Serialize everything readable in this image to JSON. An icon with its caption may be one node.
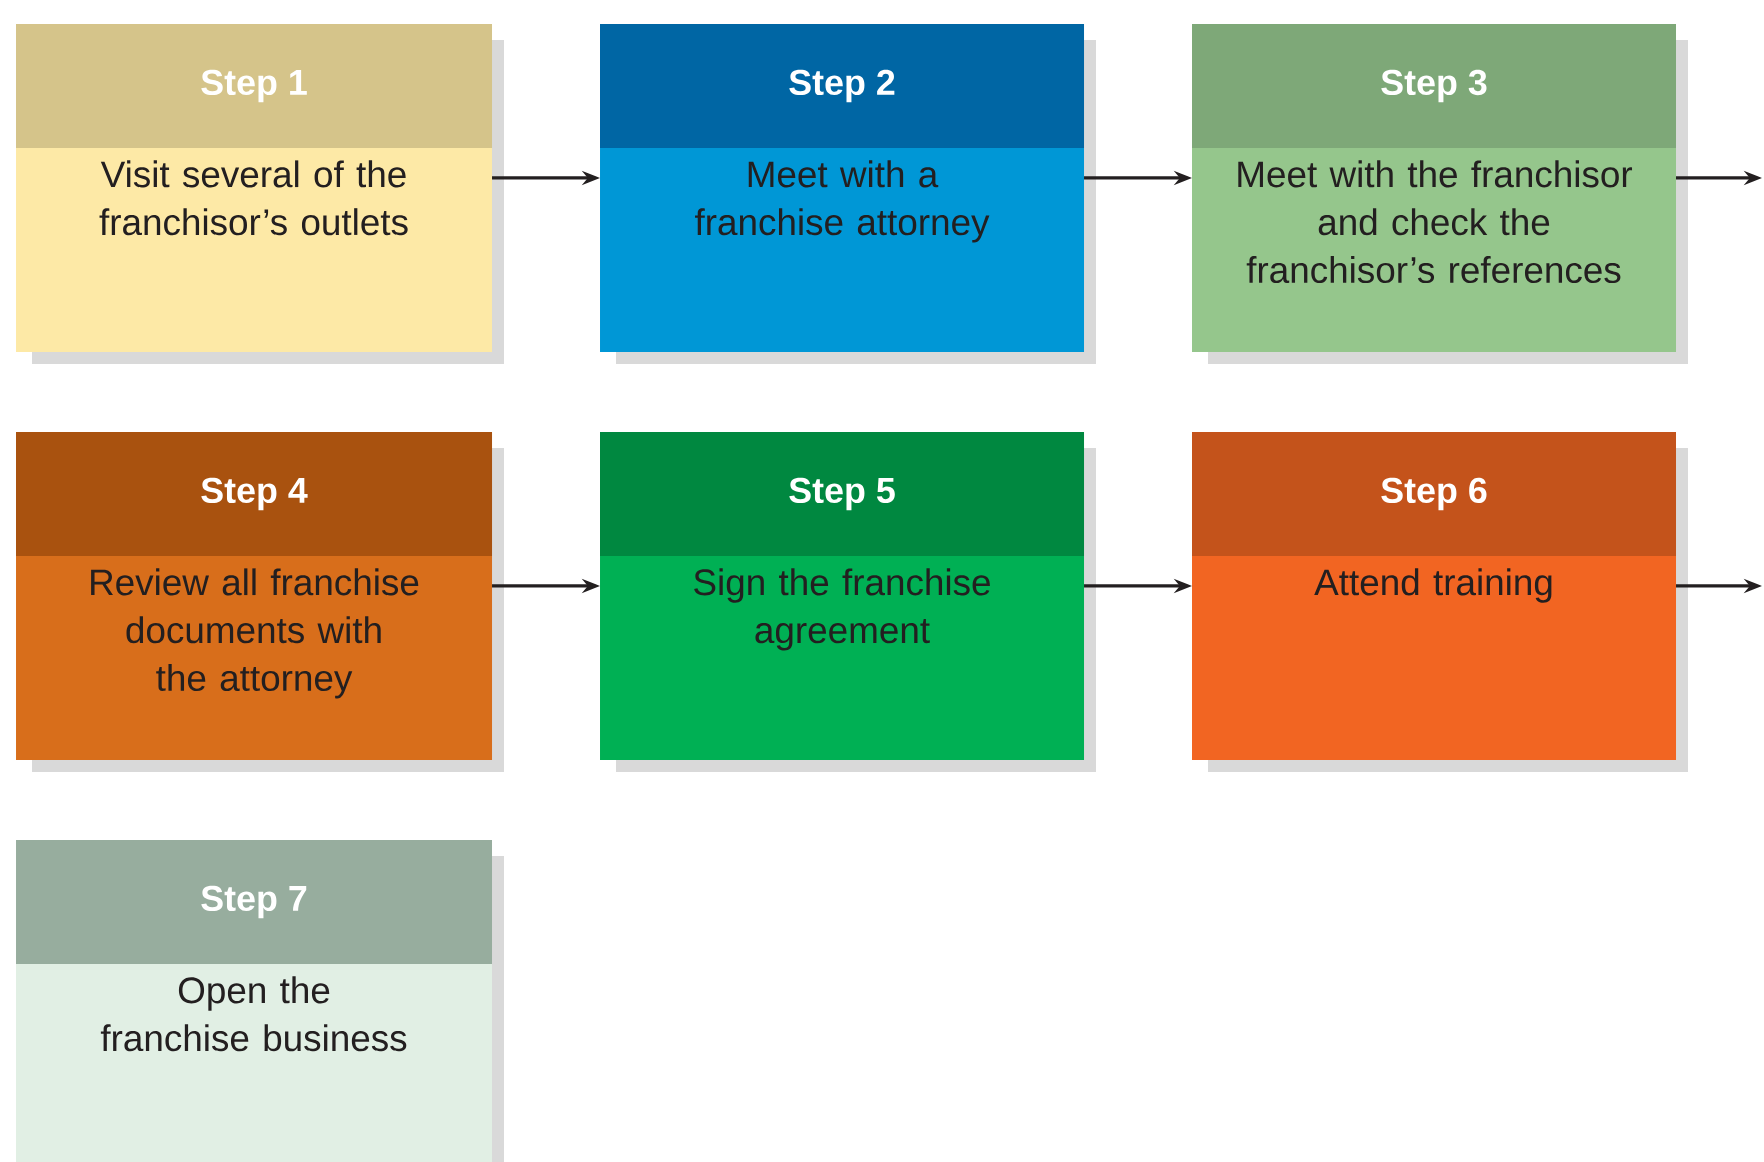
{
  "diagram": {
    "nodes": [
      {
        "text": [
          "Step 1",
          "Visit several of the franchisor’s outlets"
        ]
      },
      {
        "text": [
          "Step 2",
          "Meet with a franchise attorney"
        ]
      },
      {
        "text": [
          "Step 3",
          "Meet with the franchisor and check the franchisor’s references"
        ]
      },
      {
        "text": [
          "Step 4",
          "Review all franchise documents with the attorney"
        ]
      },
      {
        "text": [
          "Step 5",
          "Sign the franchise agreement"
        ]
      },
      {
        "text": [
          "Step 6",
          "Attend training"
        ]
      },
      {
        "text": [
          "Step 7",
          "Open the franchise business"
        ]
      }
    ],
    "edges": [
      {
        "from": 0,
        "to": 1,
        "arrow": "to"
      },
      {
        "from": 1,
        "to": 2,
        "arrow": "to"
      },
      {
        "from": 2,
        "to": null,
        "arrow": "to"
      },
      {
        "from": 3,
        "to": 4,
        "arrow": "to"
      },
      {
        "from": 4,
        "to": 5,
        "arrow": "to"
      },
      {
        "from": 5,
        "to": null,
        "arrow": "to"
      }
    ]
  }
}
